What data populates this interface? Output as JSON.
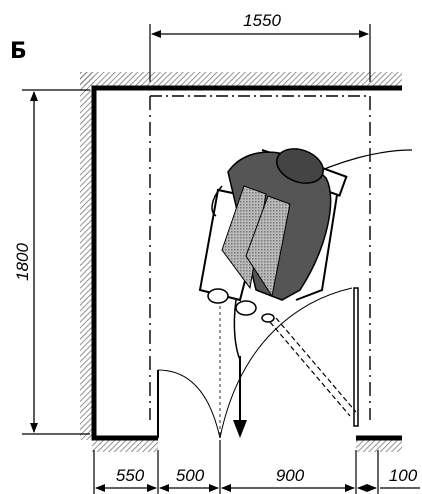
{
  "panel_label": "Б",
  "dimensions": {
    "room_width": "1550",
    "room_depth": "1800",
    "wall_left_segment": "550",
    "door_leaf_small": "500",
    "door_leaf_large": "900",
    "wall_right_segment": "100"
  },
  "colors": {
    "ink": "#000000",
    "hatch": "#777777",
    "person_fill": "#555555",
    "legs_fill": "#aaaaaa"
  },
  "icons": {
    "figure": "wheelchair-user-icon",
    "movement": "arrow-down-icon"
  }
}
